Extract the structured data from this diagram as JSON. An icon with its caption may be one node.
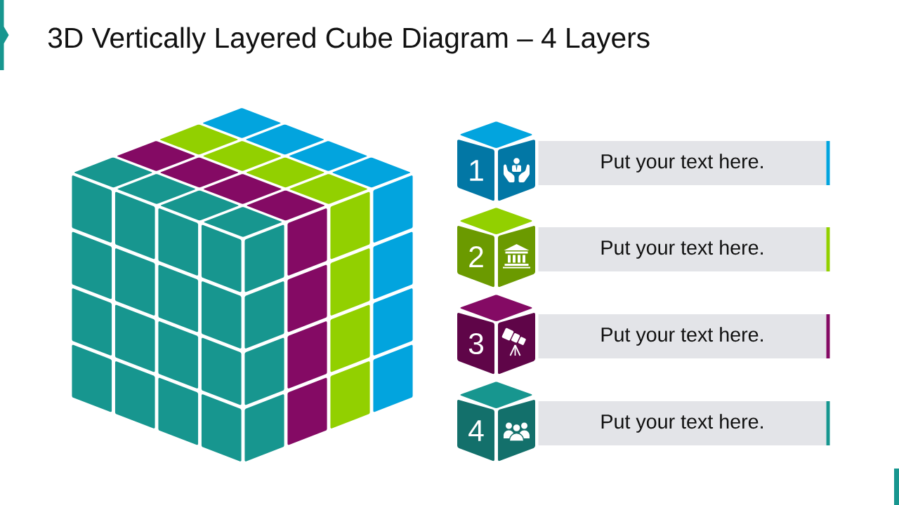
{
  "diagram": {
    "title": "3D Vertically Layered Cube Diagram – 4 Layers",
    "nodes": [
      {
        "text": [
          "1"
        ]
      },
      {
        "text": [
          "Put your text here."
        ]
      },
      {
        "text": [
          "2"
        ]
      },
      {
        "text": [
          "Put your text here."
        ]
      },
      {
        "text": [
          "3"
        ]
      },
      {
        "text": [
          "Put your text here."
        ]
      },
      {
        "text": [
          "4"
        ]
      },
      {
        "text": [
          "Put your text here."
        ]
      }
    ]
  }
}
